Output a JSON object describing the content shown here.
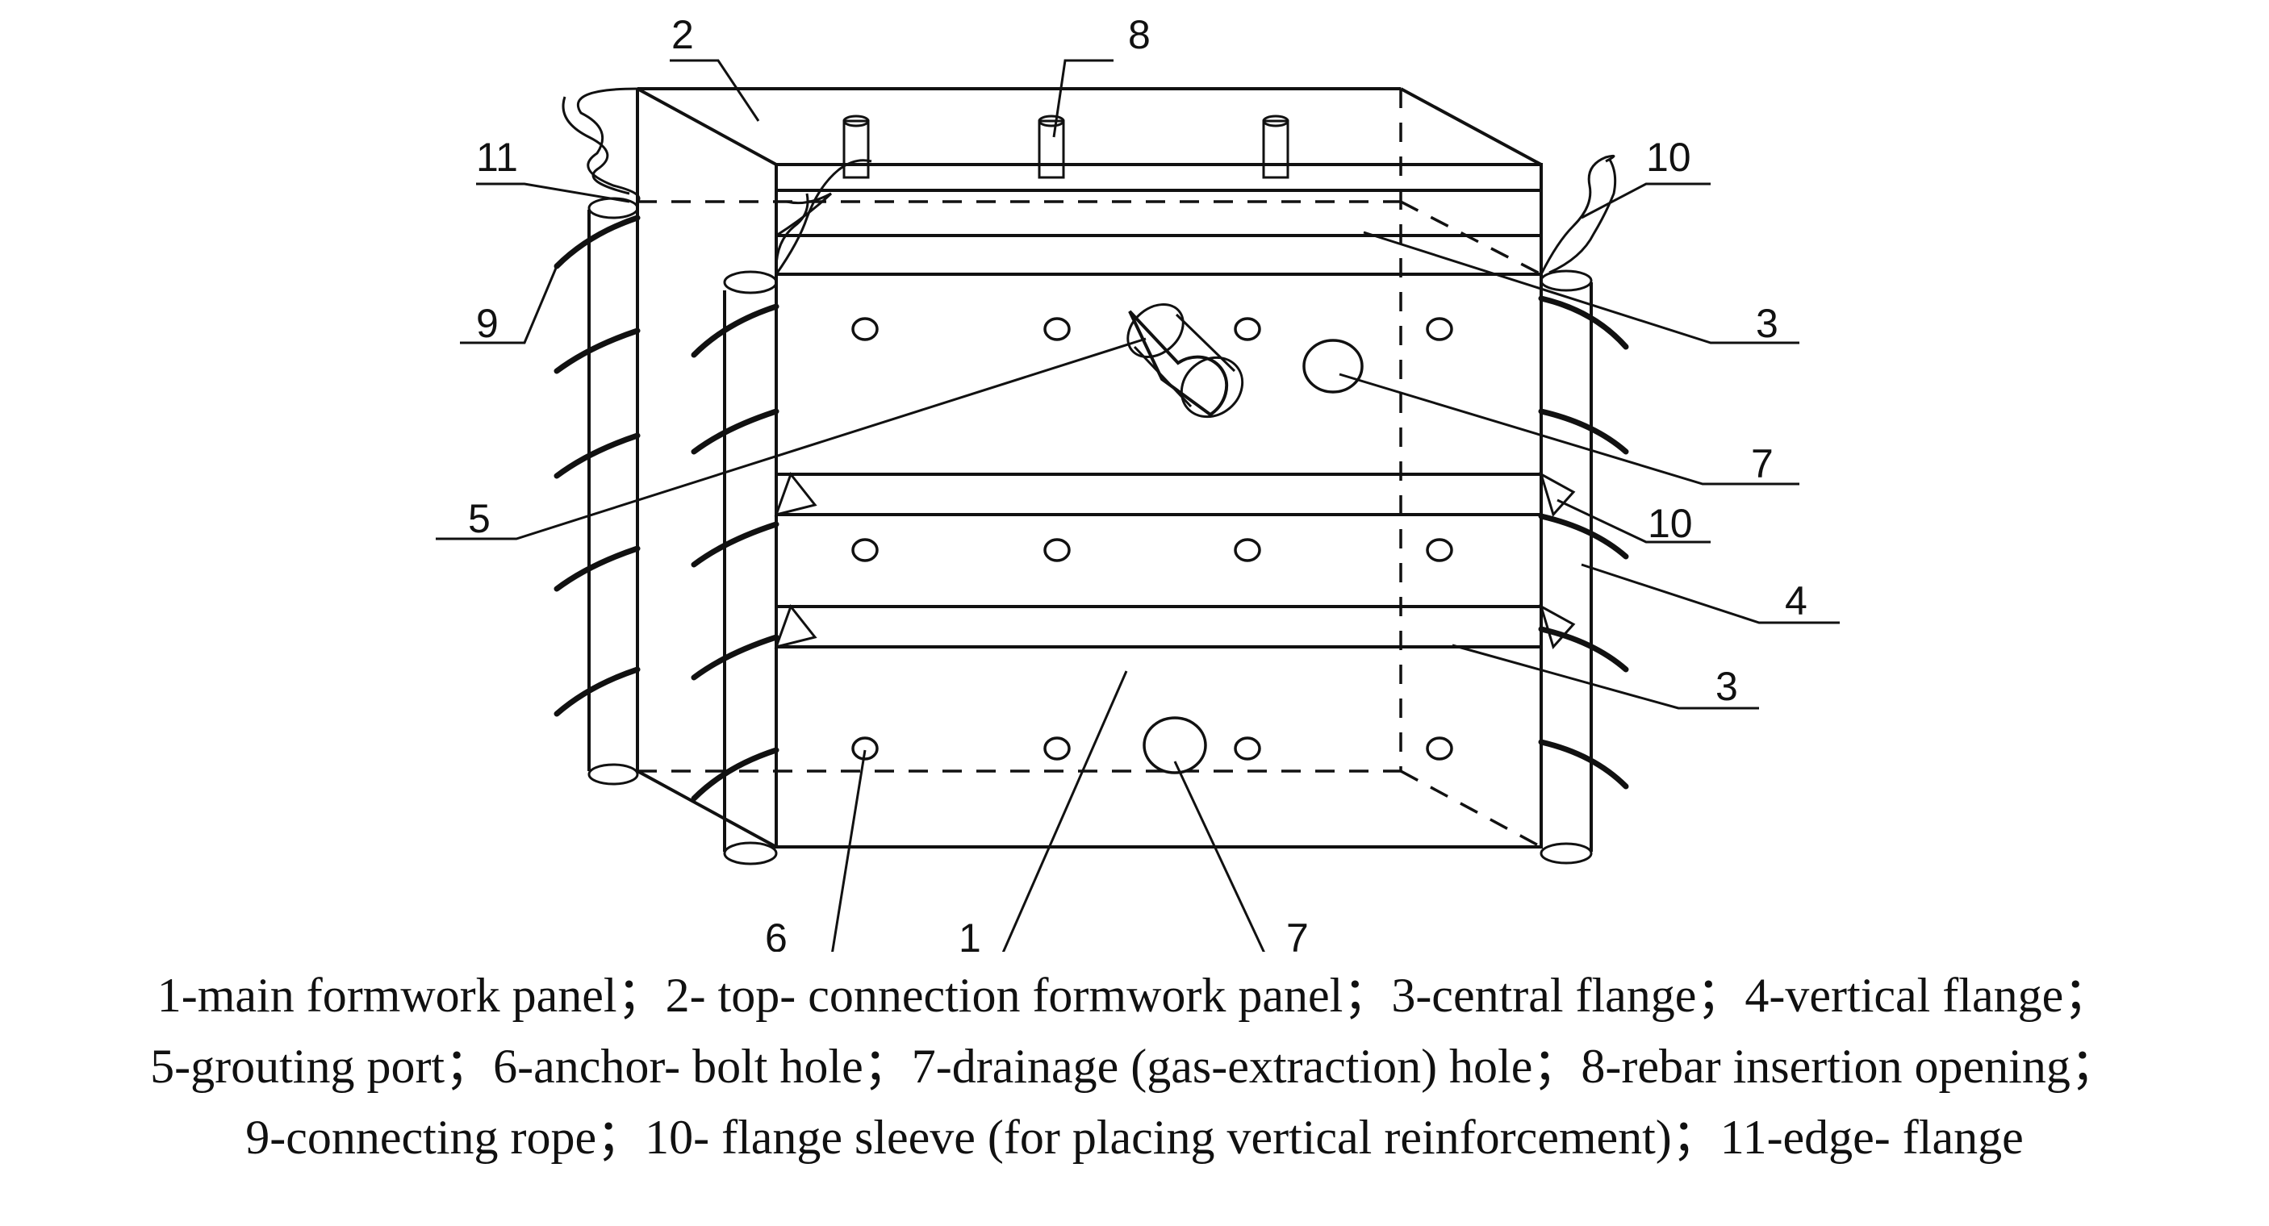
{
  "callouts": {
    "c1": "1",
    "c2": "2",
    "c3a": "3",
    "c3b": "3",
    "c4": "4",
    "c5": "5",
    "c6": "6",
    "c7a": "7",
    "c7b": "7",
    "c8": "8",
    "c9": "9",
    "c10a": "10",
    "c10b": "10",
    "c11": "11"
  },
  "legend": {
    "row1": "1-main formwork panel；2- top- connection formwork panel；3-central flange；4-vertical flange；",
    "row2": "5-grouting port；6-anchor- bolt hole；7-drainage (gas-extraction) hole；8-rebar insertion opening；",
    "row3": "9-connecting rope；10- flange sleeve (for placing vertical reinforcement)；11-edge- flange"
  }
}
